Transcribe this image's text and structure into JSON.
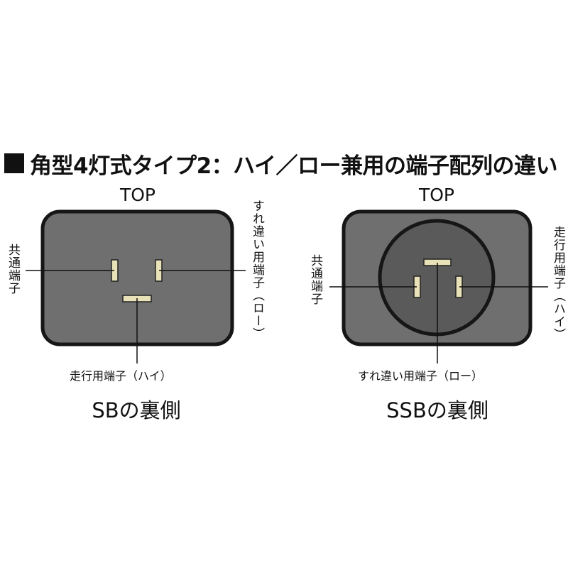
{
  "heading": "角型4灯式タイプ2：ハイ／ロー兼用の端子配列の違い",
  "left": {
    "top_label": "TOP",
    "common_terminal": "共通端子",
    "passing_terminal": "すれ違い用端子（ロー）",
    "driving_terminal": "走行用端子（ハイ）",
    "caption": "SBの裏側"
  },
  "right": {
    "top_label": "TOP",
    "common_terminal": "共通端子",
    "driving_terminal": "走行用端子（ハイ）",
    "passing_terminal": "すれ違い用端子（ロー）",
    "caption": "SSBの裏側"
  },
  "colors": {
    "housing": "#6f6f6f",
    "housing_border": "#161616",
    "socket_circle": "#5a5a5a",
    "pin": "#e9e2b8",
    "line": "#111111"
  }
}
